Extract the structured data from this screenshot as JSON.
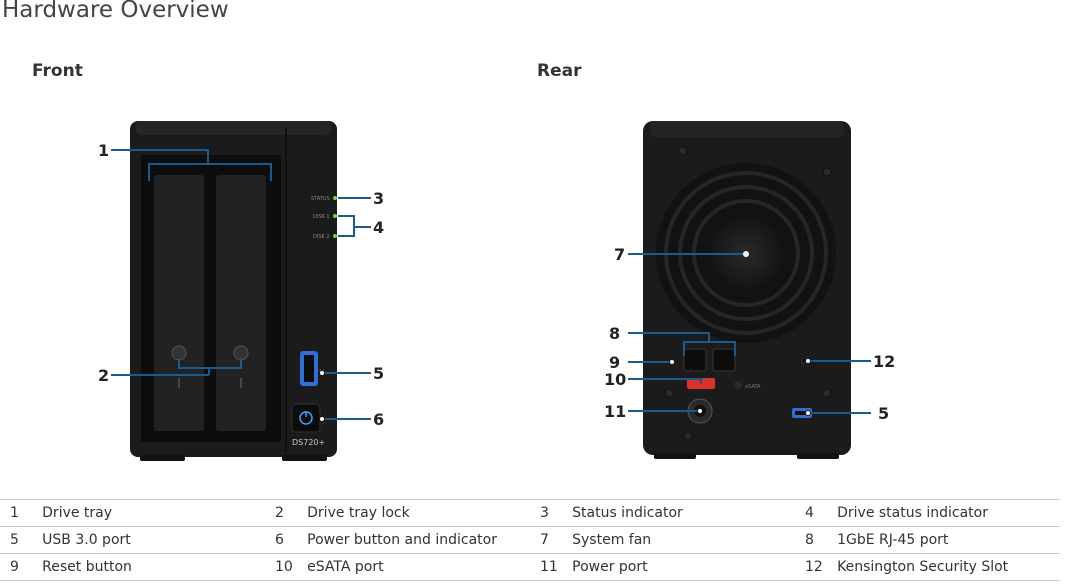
{
  "page": {
    "title": "Hardware Overview"
  },
  "front": {
    "heading": "Front",
    "model_label": "DS720+",
    "led_labels": [
      "STATUS",
      "DISK 1",
      "DISK 2"
    ],
    "callouts": [
      "1",
      "2",
      "3",
      "4",
      "5",
      "6"
    ]
  },
  "rear": {
    "heading": "Rear",
    "port_label": "eSATA",
    "callouts": [
      "7",
      "8",
      "9",
      "10",
      "11",
      "12",
      "5"
    ]
  },
  "legend": {
    "rows": [
      [
        {
          "num": "1",
          "label": "Drive tray"
        },
        {
          "num": "2",
          "label": "Drive tray lock"
        },
        {
          "num": "3",
          "label": "Status indicator"
        },
        {
          "num": "4",
          "label": "Drive status indicator"
        }
      ],
      [
        {
          "num": "5",
          "label": "USB 3.0 port"
        },
        {
          "num": "6",
          "label": "Power button and indicator"
        },
        {
          "num": "7",
          "label": "System fan"
        },
        {
          "num": "8",
          "label": "1GbE RJ-45 port"
        }
      ],
      [
        {
          "num": "9",
          "label": "Reset button"
        },
        {
          "num": "10",
          "label": "eSATA port"
        },
        {
          "num": "11",
          "label": "Power port"
        },
        {
          "num": "12",
          "label": "Kensington Security Slot"
        }
      ]
    ]
  },
  "colors": {
    "callout_line": "#1a5a8c",
    "led": "#7bd33a",
    "power_led": "#3ea0ff",
    "esata": "#d9342b",
    "usb_blue": "#2f6fd6",
    "chassis": "#1b1b1b"
  }
}
